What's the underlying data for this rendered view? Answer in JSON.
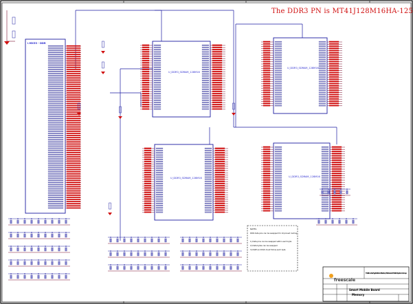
{
  "title": "The DDR3 PN is MT41J128M16HA-125",
  "processor_block": {
    "label": "i.MX53 - DDR"
  },
  "memory_chips": [
    {
      "label": "U_DDR3_SDRAM_128M16"
    },
    {
      "label": "U_DDR3_SDRAM_128M16"
    },
    {
      "label": "U_DDR3_SDRAM_128M16"
    },
    {
      "label": "U_DDR3_SDRAM_128M16"
    }
  ],
  "notes": {
    "heading": "NOTES:",
    "lines": [
      "DDR data pins can be swapped for improved routing",
      "1) Data pins can be swapped within each byte",
      "2) Data bytes can be swapped",
      "3) DQM and DQS must follow each byte"
    ]
  },
  "title_block": {
    "company": "freescale",
    "division": "Multimedia Applications Division, Wireless & Mobile Systems Group",
    "project": "Smart Mobile Board",
    "page_title": "Memory"
  },
  "colors": {
    "wire": "#1a1aa0",
    "net_label": "#d01010",
    "pin_wire": "#7a0a2a",
    "ground": "#d01010"
  }
}
